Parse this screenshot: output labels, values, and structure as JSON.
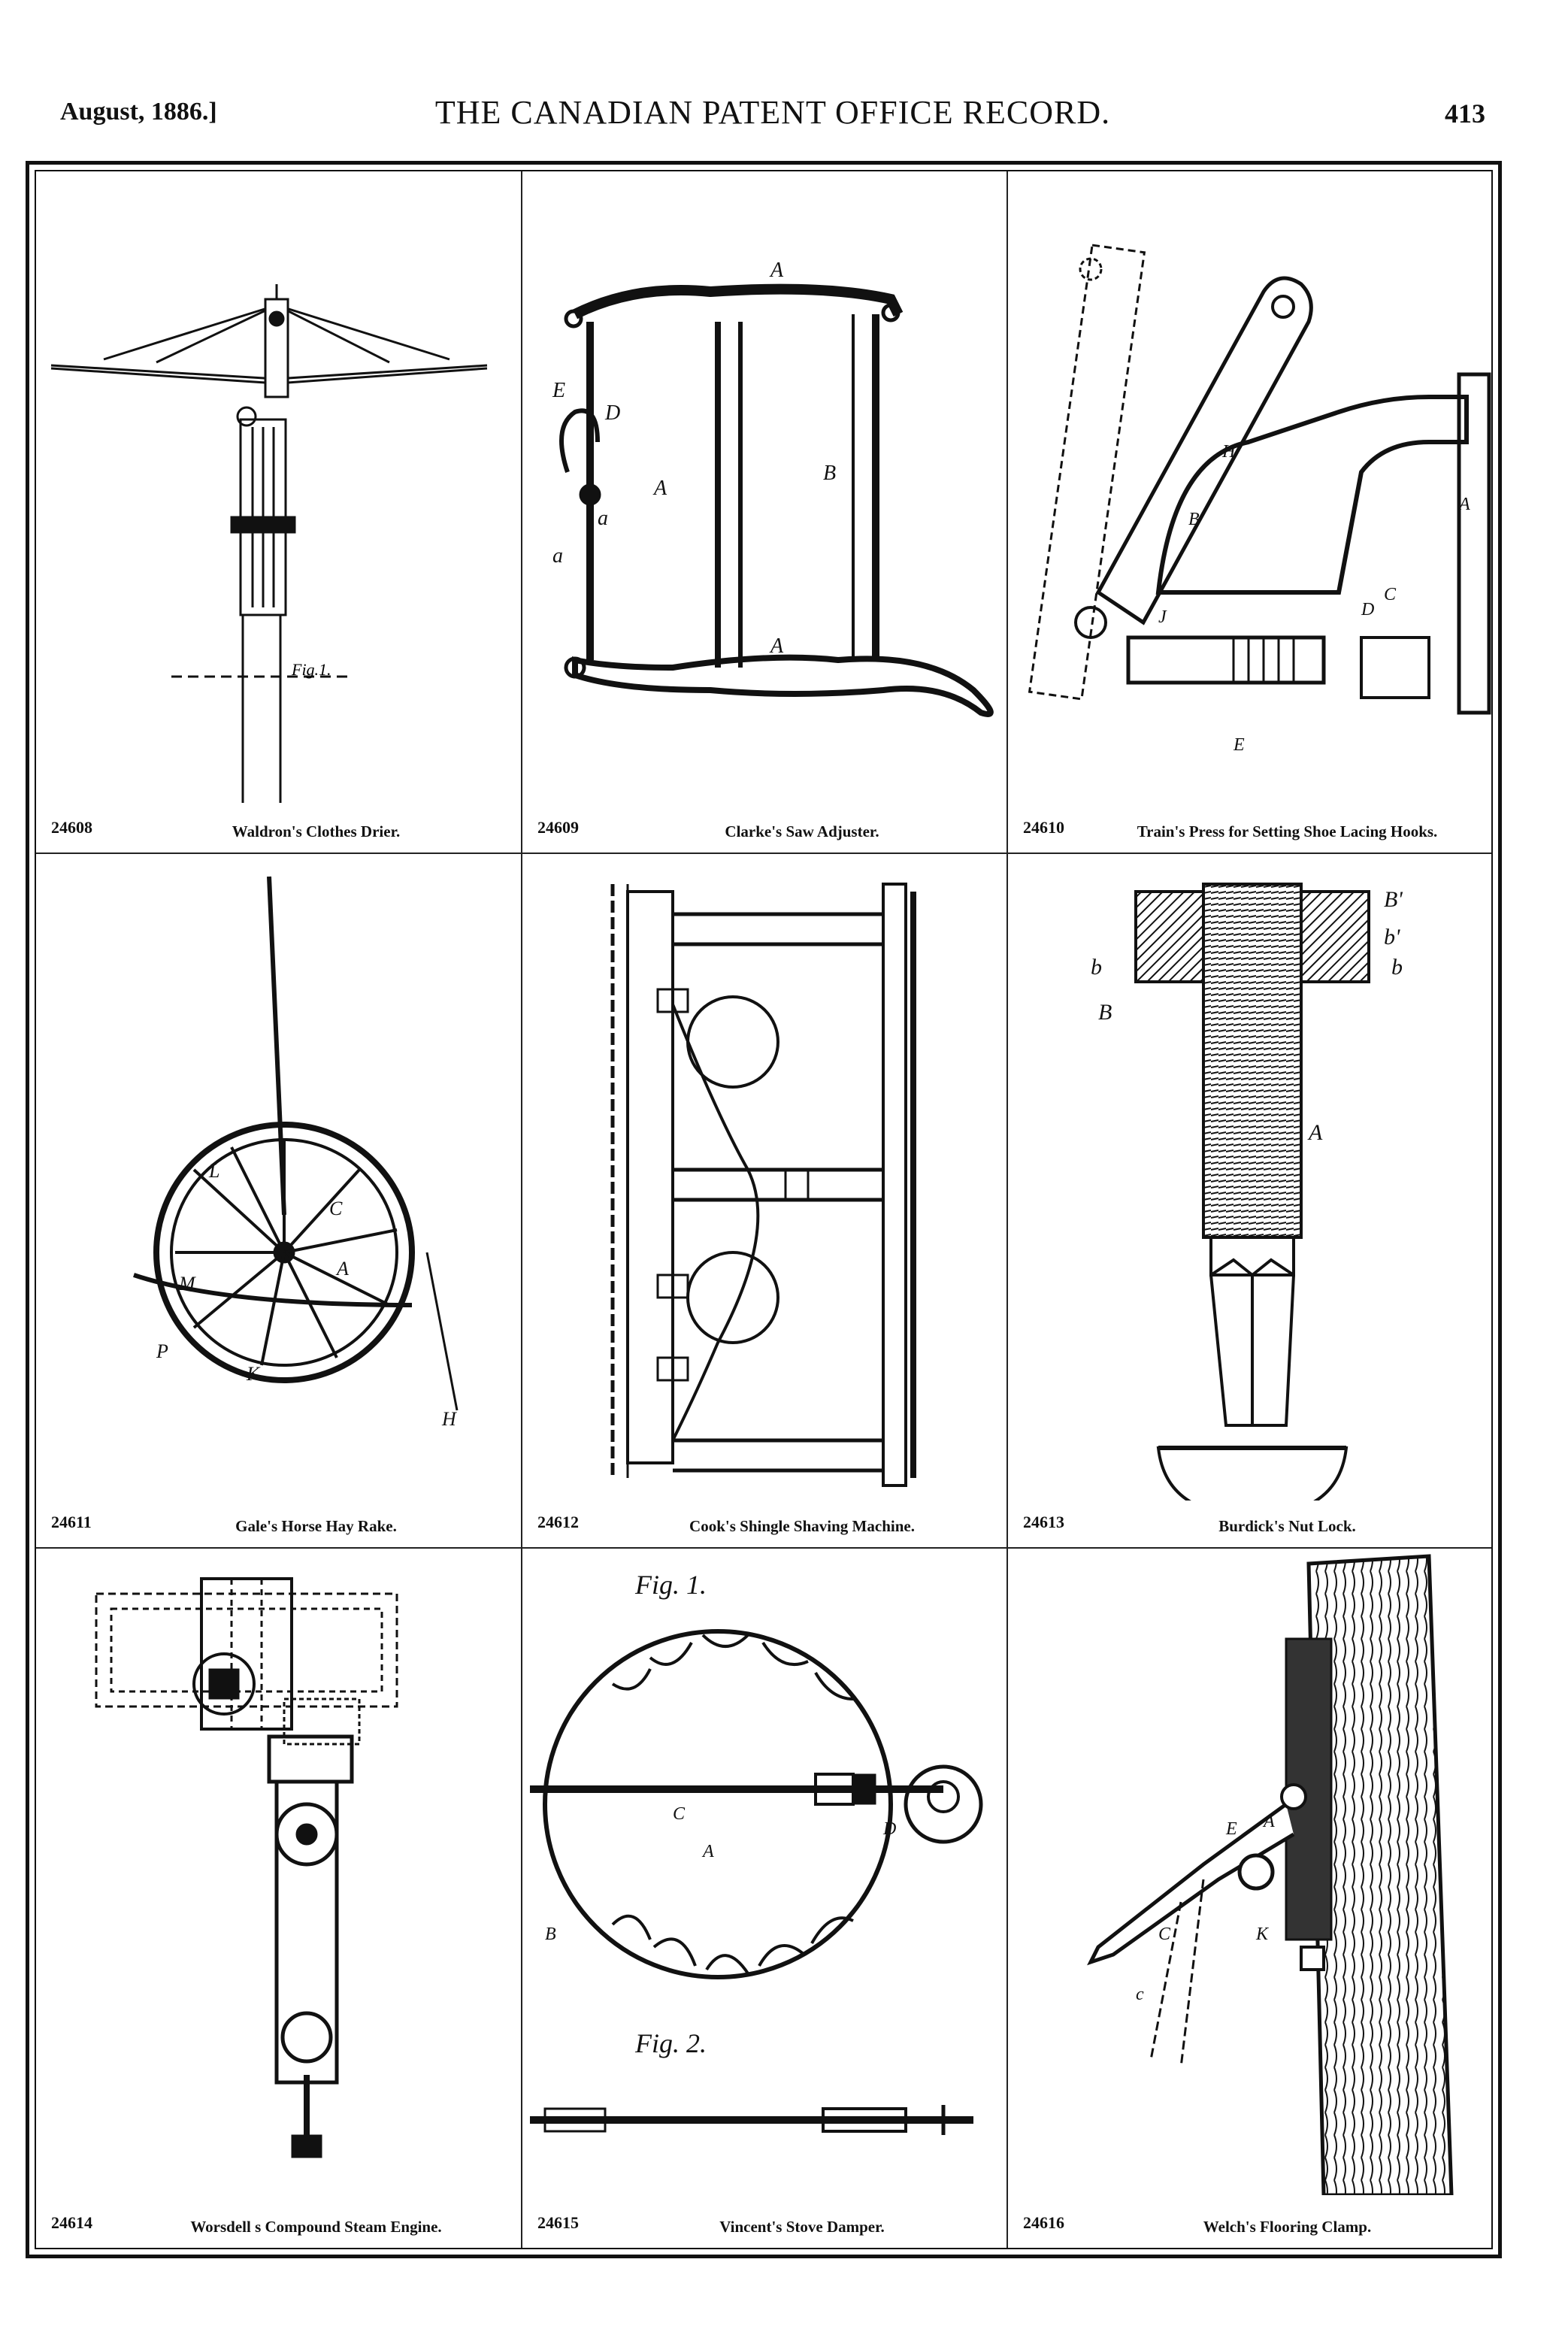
{
  "header": {
    "date": "August, 1886.]",
    "title": "THE CANADIAN PATENT OFFICE RECORD.",
    "page_number": "413"
  },
  "patents": [
    {
      "number": "24608",
      "title": "Waldron's Clothes Drier.",
      "figure_label": "Fig.1."
    },
    {
      "number": "24609",
      "title": "Clarke's Saw Adjuster."
    },
    {
      "number": "24610",
      "title": "Train's Press for Setting Shoe Lacing Hooks."
    },
    {
      "number": "24611",
      "title": "Gale's Horse Hay Rake."
    },
    {
      "number": "24612",
      "title": "Cook's Shingle Shaving Machine."
    },
    {
      "number": "24613",
      "title": "Burdick's Nut Lock."
    },
    {
      "number": "24614",
      "title": "Worsdell s Compound Steam Engine."
    },
    {
      "number": "24615",
      "title": "Vincent's Stove Damper.",
      "figure_labels": [
        "Fig. 1.",
        "Fig. 2."
      ]
    },
    {
      "number": "24616",
      "title": "Welch's Flooring Clamp."
    }
  ]
}
